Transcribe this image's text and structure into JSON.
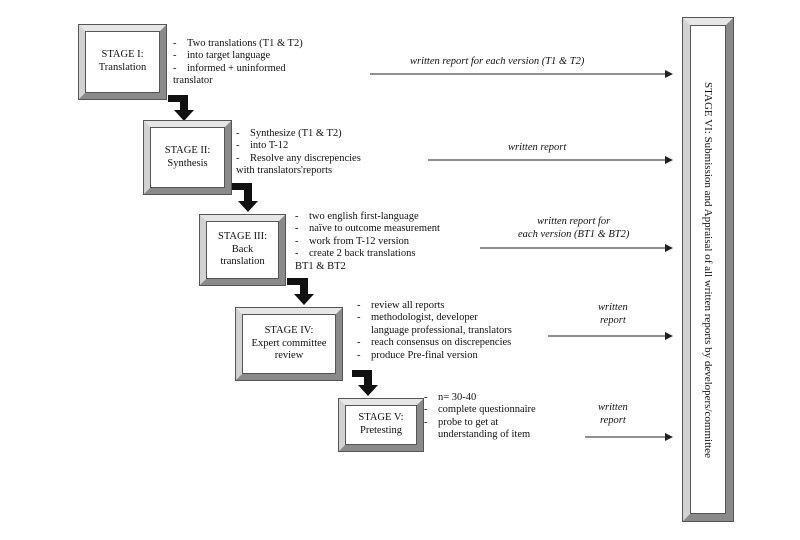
{
  "stages": [
    {
      "title": "STAGE I:",
      "subtitle": "Translation",
      "bullets": [
        "Two translations (T1 & T2)",
        "into target language",
        "informed + uninformed"
      ],
      "tail": "translator",
      "report": [
        "written report for each version (T1 & T2)"
      ]
    },
    {
      "title": "STAGE II:",
      "subtitle": "Synthesis",
      "bullets": [
        "Synthesize (T1 & T2)",
        "into T-12",
        "Resolve any discrepencies"
      ],
      "tail": "with translators'reports",
      "report": [
        "written report"
      ]
    },
    {
      "title": "STAGE III:",
      "subtitle": "Back translation",
      "subtitle_lines": [
        "Back",
        "translation"
      ],
      "bullets": [
        "two english first-language",
        "naïve to outcome measurement",
        "work from T-12 version",
        "create 2 back translations"
      ],
      "tail": "BT1 & BT2",
      "report": [
        "written report for",
        "each version (BT1 & BT2)"
      ]
    },
    {
      "title": "STAGE IV:",
      "subtitle_lines": [
        "Expert committee",
        "review"
      ],
      "bullets": [
        "review all reports",
        "methodologist, developer"
      ],
      "mid": "language professional, translators",
      "bullets2": [
        "reach consensus on discrepencies",
        "produce Pre-final version"
      ],
      "report": [
        "written",
        "report"
      ]
    },
    {
      "title": "STAGE V:",
      "subtitle": "Pretesting",
      "bullets": [
        "n= 30-40",
        "complete questionnaire",
        "probe to get at"
      ],
      "tail": "understanding of item",
      "report": [
        "written",
        "report"
      ]
    }
  ],
  "final_stage": "STAGE VI: Submission and Appraisal of all written reports by developers/committee"
}
